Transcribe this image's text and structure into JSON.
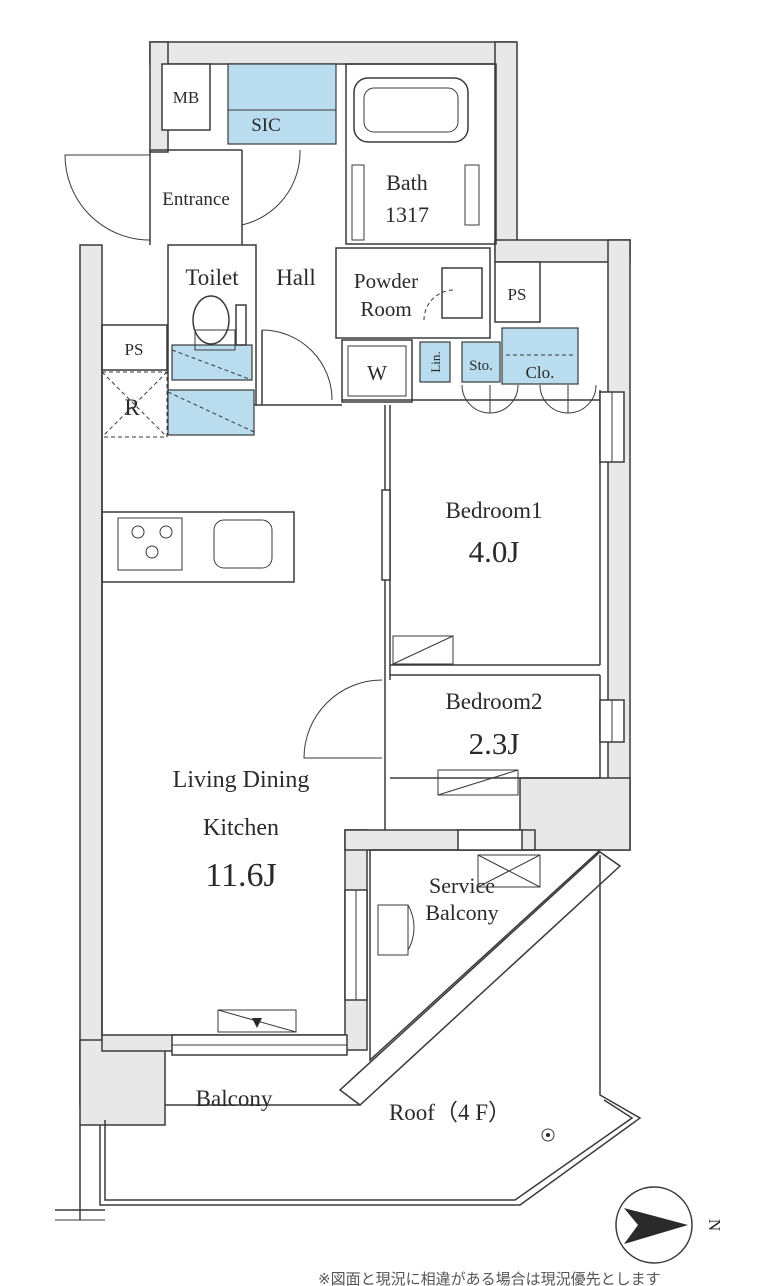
{
  "rooms": {
    "mb": "MB",
    "sic": "SIC",
    "entrance": "Entrance",
    "bath": "Bath",
    "bath_size": "1317",
    "toilet": "Toilet",
    "hall": "Hall",
    "powder_room_1": "Powder",
    "powder_room_2": "Room",
    "ps_upper": "PS",
    "ps_left": "PS",
    "w": "W",
    "lin": "Lin.",
    "sto": "Sto.",
    "clo": "Clo.",
    "r": "R",
    "bedroom1": "Bedroom1",
    "bedroom1_size": "4.0J",
    "bedroom2": "Bedroom2",
    "bedroom2_size": "2.3J",
    "ldk_1": "Living Dining",
    "ldk_2": "Kitchen",
    "ldk_size": "11.6J",
    "service_balcony_1": "Service",
    "service_balcony_2": "Balcony",
    "balcony": "Balcony",
    "roof": "Roof（4 F）"
  },
  "compass": {
    "label": "N"
  },
  "footnote": "※図面と現況に相違がある場合は現況優先とします"
}
